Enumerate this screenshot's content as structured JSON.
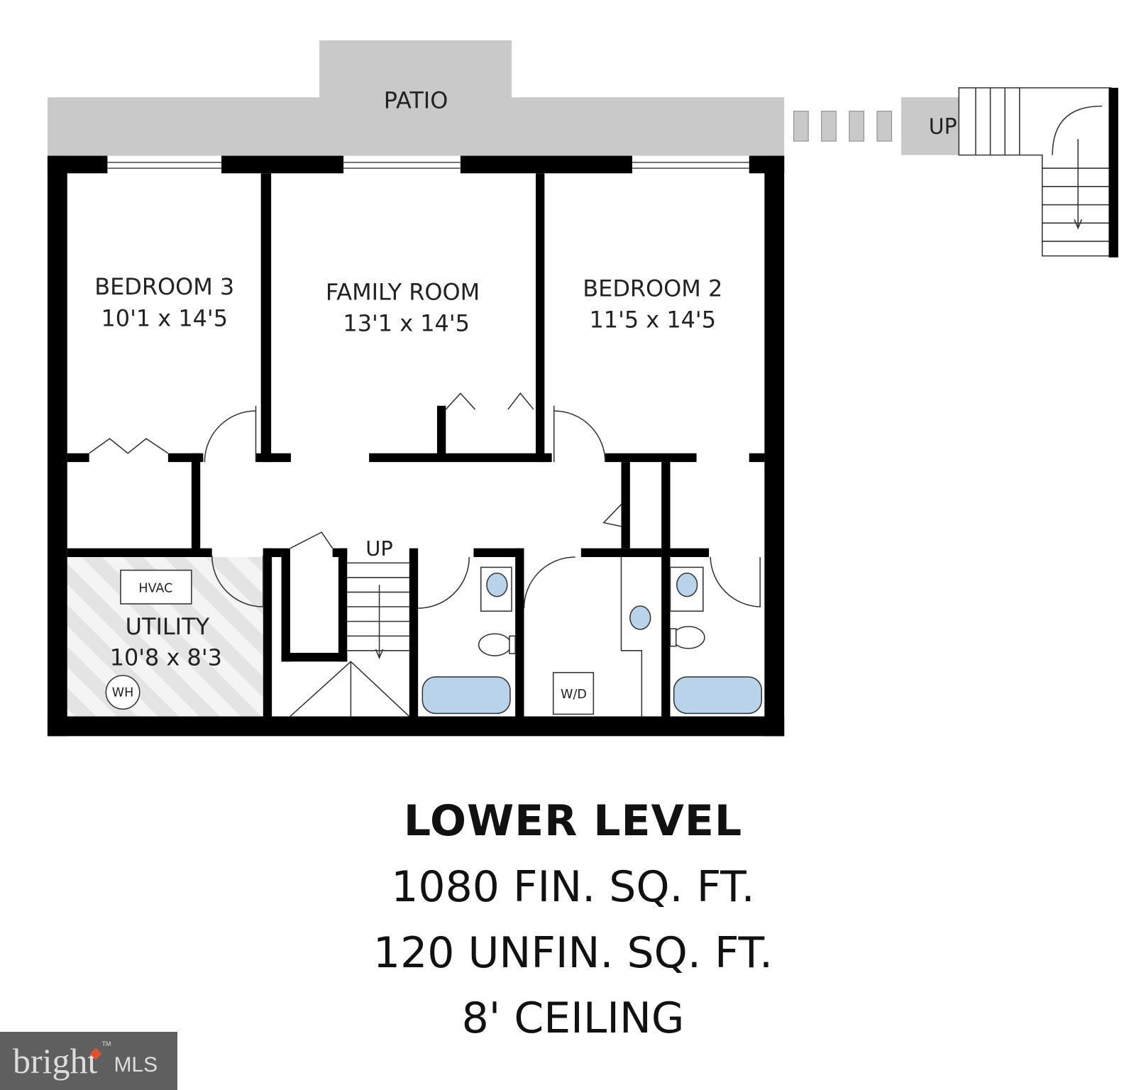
{
  "plan": {
    "patio": "PATIO",
    "up_exterior": "UP",
    "up_interior": "UP",
    "rooms": [
      {
        "name": "BEDROOM 3",
        "dims": "10'1 x 14'5"
      },
      {
        "name": "FAMILY ROOM",
        "dims": "13'1 x 14'5"
      },
      {
        "name": "BEDROOM 2",
        "dims": "11'5 x 14'5"
      },
      {
        "name": "UTILITY",
        "dims": "10'8 x 8'3"
      }
    ],
    "fixtures": {
      "hvac": "HVAC",
      "water_heater": "WH",
      "washer_dryer": "W/D"
    }
  },
  "summary": {
    "title": "LOWER LEVEL",
    "finished": "1080 FIN. SQ. FT.",
    "unfinished": "120 UNFIN. SQ. FT.",
    "ceiling": "8' CEILING"
  },
  "logo": {
    "brand": "bright",
    "suffix": "MLS",
    "tm": "TM"
  },
  "colors": {
    "wall": "#000000",
    "patio": "#c9c9c9",
    "fixture": "#b9d3ea",
    "logo_bg": "#5f5f5f",
    "logo_accent": "#e0512b"
  }
}
